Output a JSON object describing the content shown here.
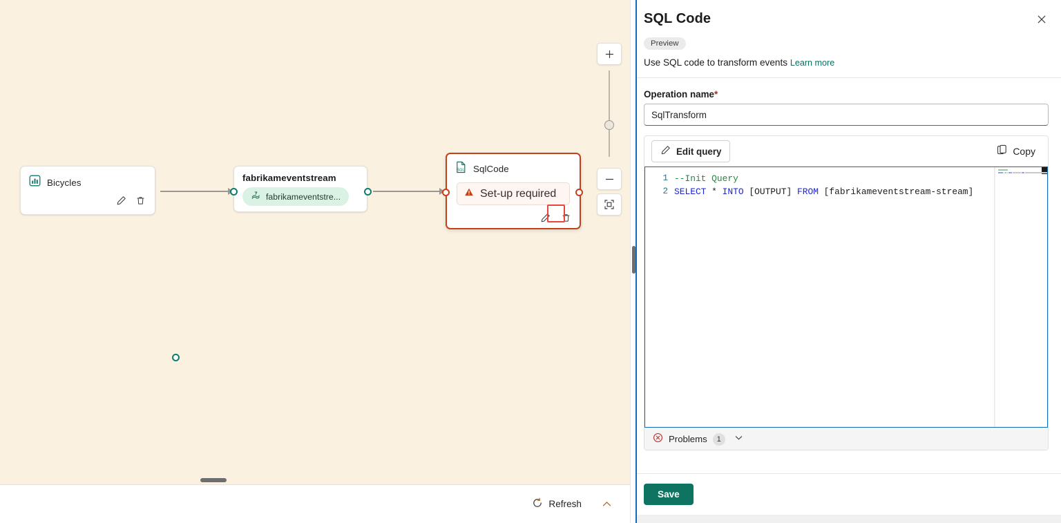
{
  "canvas": {
    "nodes": [
      {
        "id": "bicycles",
        "title": "Bicycles",
        "icon": "bar-chart-icon",
        "edit_label": "Edit",
        "delete_label": "Delete"
      },
      {
        "id": "fabrikameventstream",
        "title": "fabrikameventstream",
        "pill_label": "fabrikameventstre...",
        "pill_icon": "eventstream-icon"
      },
      {
        "id": "sqlcode",
        "title": "SqlCode",
        "icon": "sql-file-icon",
        "status_label": "Set-up required",
        "status_icon": "warning-icon",
        "edit_label": "Edit",
        "delete_label": "Delete",
        "selected": true
      }
    ],
    "zoom_controls": {
      "zoom_in_label": "+",
      "zoom_out_label": "−",
      "fit_label": "Fit to screen"
    },
    "bottom_bar": {
      "refresh_label": "Refresh",
      "refresh_icon": "refresh-icon",
      "collapse_icon": "chevron-up-icon"
    }
  },
  "panel": {
    "title": "SQL Code",
    "close_icon": "close-icon",
    "preview_badge": "Preview",
    "description": "Use SQL code to transform events",
    "learn_more": "Learn more",
    "operation_name": {
      "label": "Operation name",
      "required_marker": "*",
      "value": "SqlTransform"
    },
    "editor": {
      "edit_query_label": "Edit query",
      "edit_query_icon": "pencil-icon",
      "copy_label": "Copy",
      "copy_icon": "copy-icon",
      "line_numbers": [
        "1",
        "2"
      ],
      "code_lines": [
        {
          "segments": [
            {
              "text": "--Init Query",
              "type": "comment"
            }
          ]
        },
        {
          "segments": [
            {
              "text": "SELECT",
              "type": "keyword"
            },
            {
              "text": " ",
              "type": "plain"
            },
            {
              "text": "*",
              "type": "operator"
            },
            {
              "text": " ",
              "type": "plain"
            },
            {
              "text": "INTO",
              "type": "keyword"
            },
            {
              "text": " [OUTPUT] ",
              "type": "plain"
            },
            {
              "text": "FROM",
              "type": "keyword"
            },
            {
              "text": " [fabrikameventstream-stream]",
              "type": "plain"
            }
          ]
        }
      ],
      "problems_label": "Problems",
      "problems_count": "1",
      "problems_icon": "error-circle-icon",
      "problems_chevron": "chevron-down-icon"
    },
    "save_label": "Save"
  },
  "colors": {
    "canvas_bg": "#faf1e1",
    "accent_blue": "#0f6cbd",
    "teal": "#0f7b6c",
    "save_green": "#0f7361",
    "selected_orange": "#c4401a",
    "highlight_red": "#e8453c",
    "comment_green": "#1e8a3c",
    "keyword_blue": "#1a23d6"
  }
}
